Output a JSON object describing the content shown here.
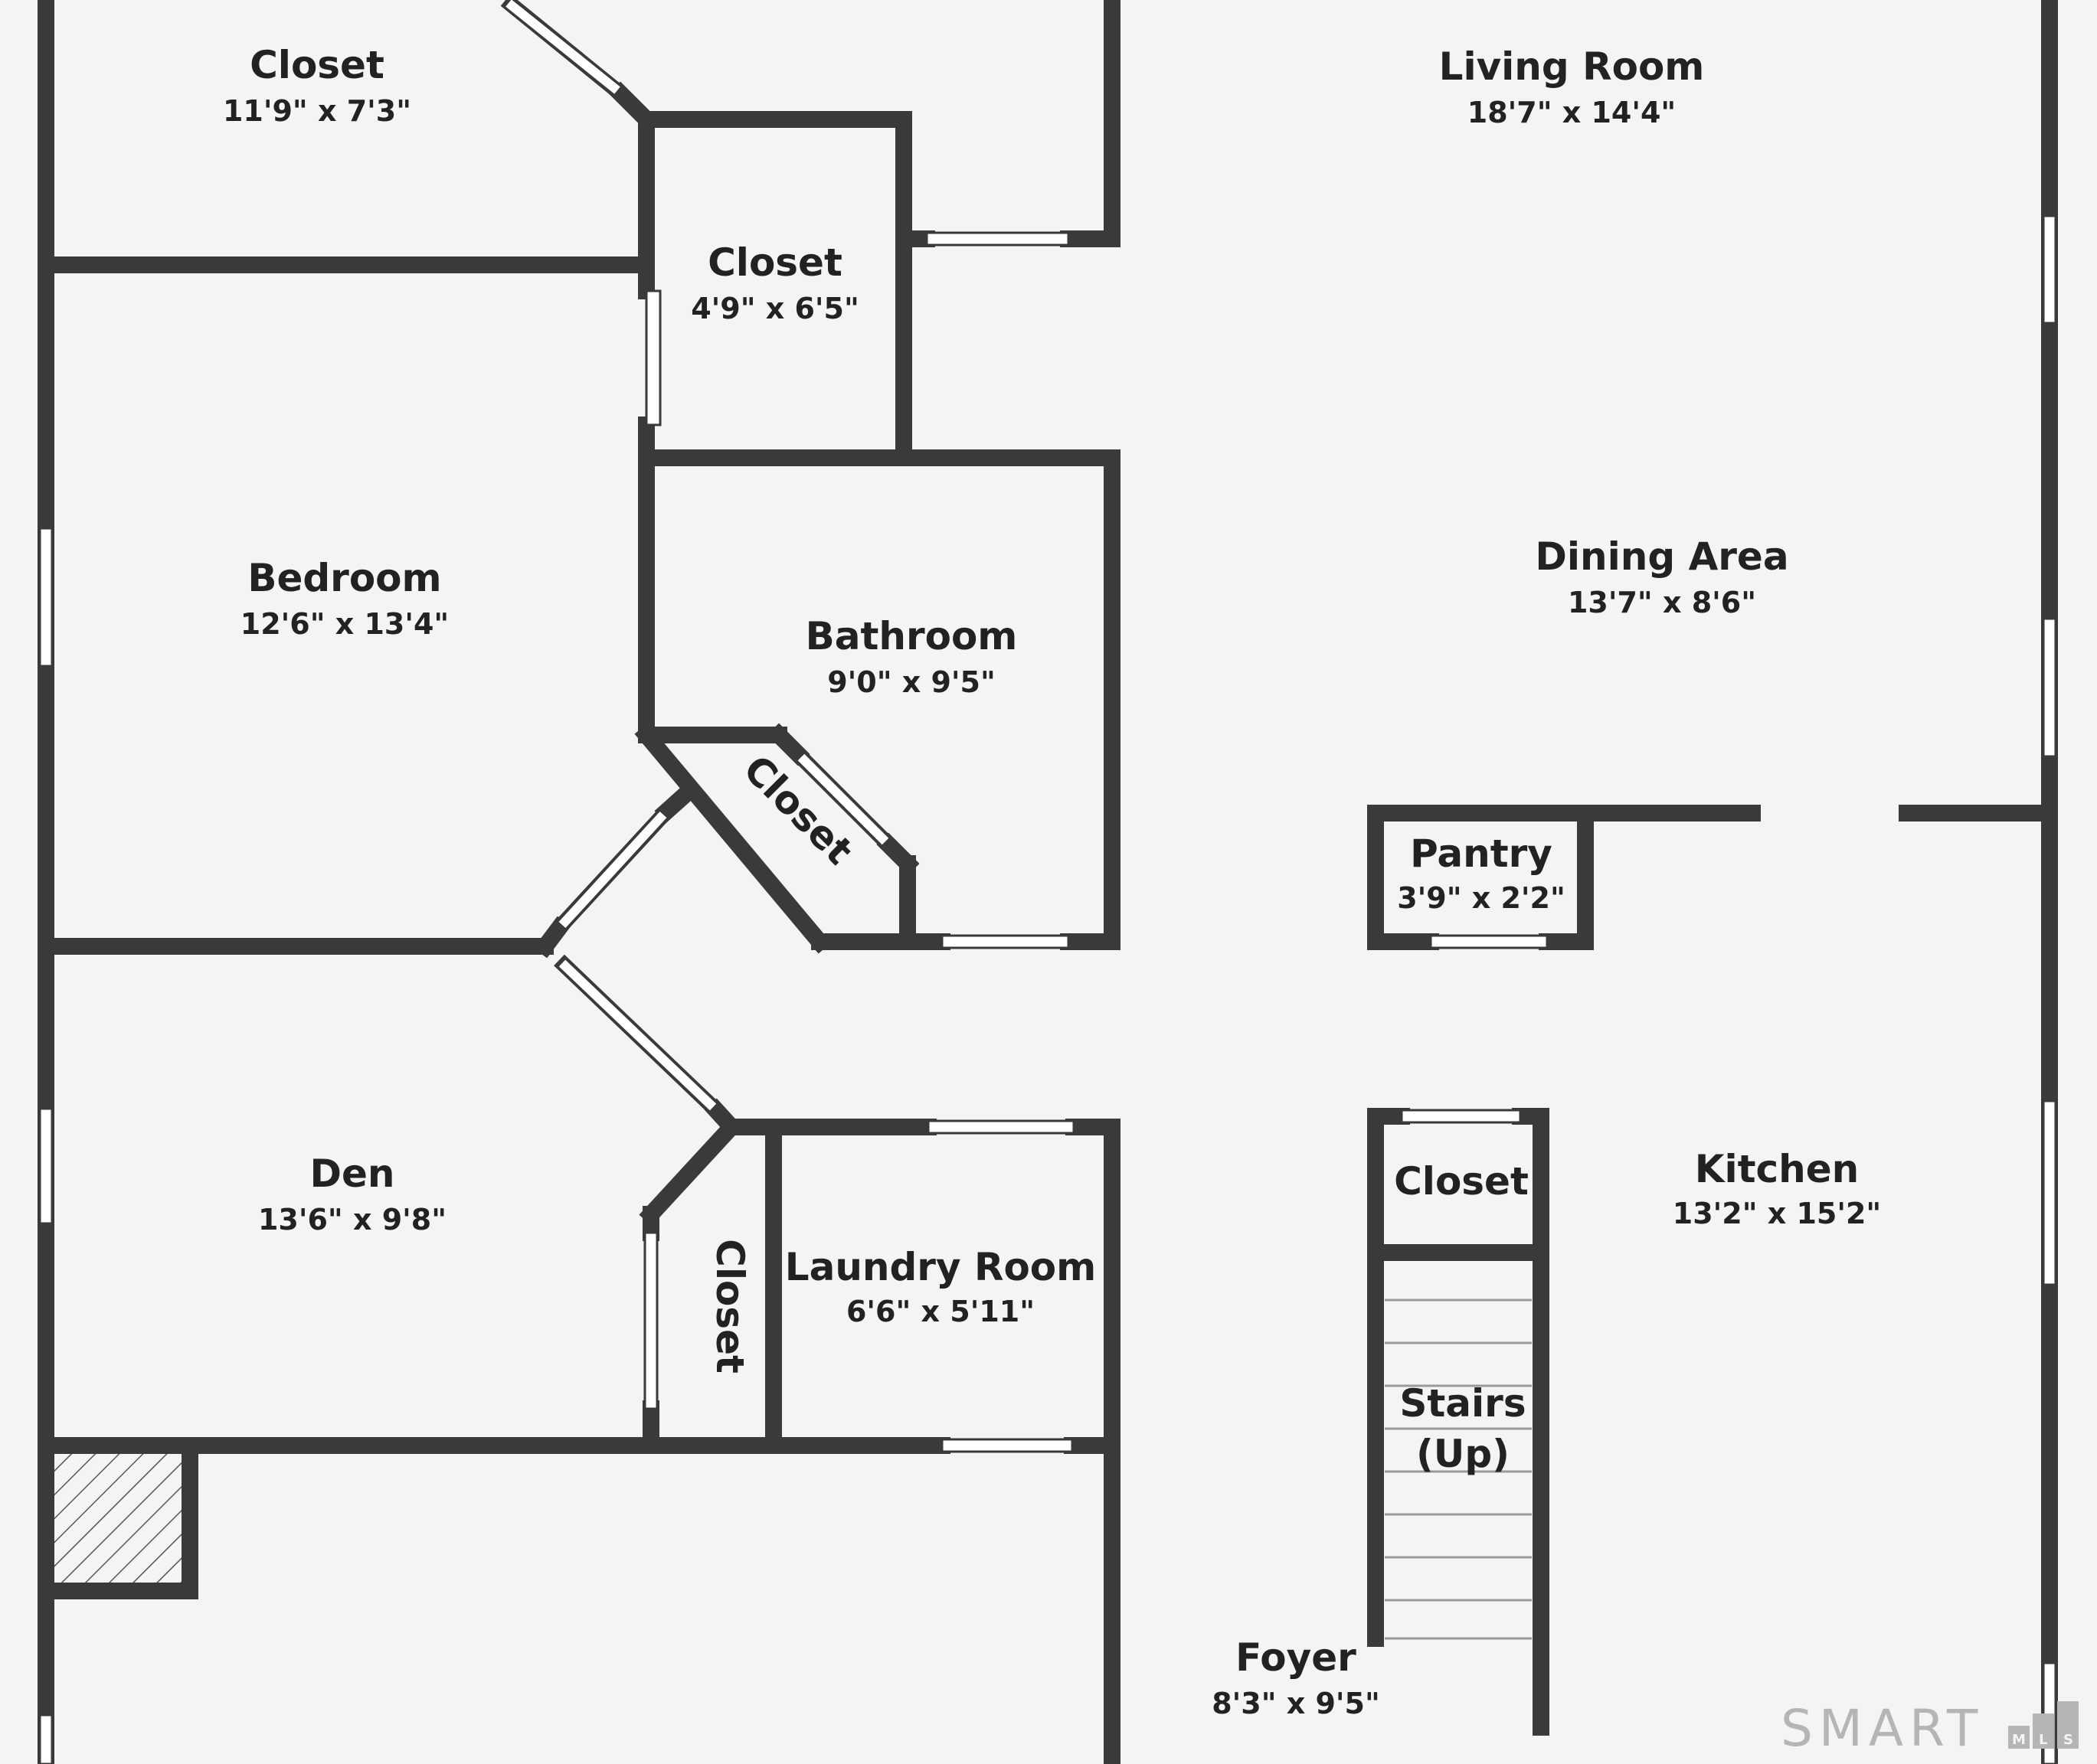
{
  "rooms": {
    "closet_top_left": {
      "name": "Closet",
      "dims": "11'9\" x 7'3\""
    },
    "living_room": {
      "name": "Living Room",
      "dims": "18'7\" x 14'4\""
    },
    "closet_upper": {
      "name": "Closet",
      "dims": "4'9\" x 6'5\""
    },
    "bedroom": {
      "name": "Bedroom",
      "dims": "12'6\" x 13'4\""
    },
    "bathroom": {
      "name": "Bathroom",
      "dims": "9'0\" x 9'5\""
    },
    "closet_diagonal": {
      "name": "Closet"
    },
    "dining_area": {
      "name": "Dining Area",
      "dims": "13'7\" x 8'6\""
    },
    "pantry": {
      "name": "Pantry",
      "dims": "3'9\" x 2'2\""
    },
    "den": {
      "name": "Den",
      "dims": "13'6\" x 9'8\""
    },
    "closet_vertical": {
      "name": "Closet"
    },
    "laundry_room": {
      "name": "Laundry Room",
      "dims": "6'6\" x 5'11\""
    },
    "closet_stairs": {
      "name": "Closet"
    },
    "kitchen": {
      "name": "Kitchen",
      "dims": "13'2\" x 15'2\""
    },
    "stairs": {
      "line1": "Stairs",
      "line2": "(Up)"
    },
    "foyer": {
      "name": "Foyer",
      "dims": "8'3\" x 9'5\""
    }
  },
  "watermark": {
    "text": "SMART",
    "suffix": [
      "M",
      "L",
      "S"
    ]
  },
  "colors": {
    "wall": "#3a3a3a",
    "floor": "#f4f4f4",
    "window": "#ffffff"
  }
}
